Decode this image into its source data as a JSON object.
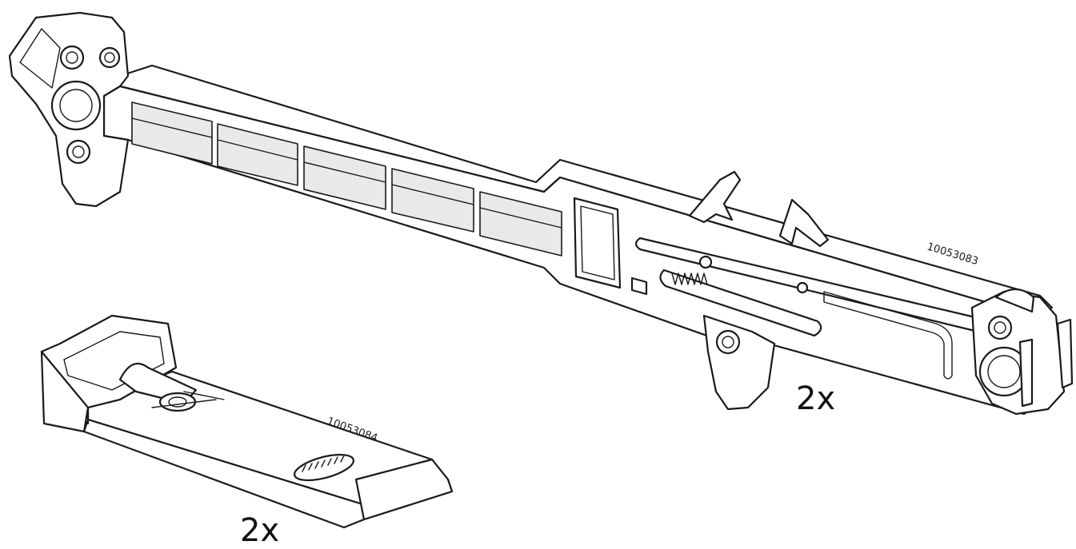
{
  "parts": [
    {
      "name": "long-rail-bracket",
      "part_number": "10053083",
      "quantity": "2x"
    },
    {
      "name": "short-clip-bracket",
      "part_number": "10053084",
      "quantity": "2x"
    }
  ],
  "colors": {
    "line": "#1a1a1a",
    "background": "#ffffff",
    "shade": "#e9e9e9"
  }
}
